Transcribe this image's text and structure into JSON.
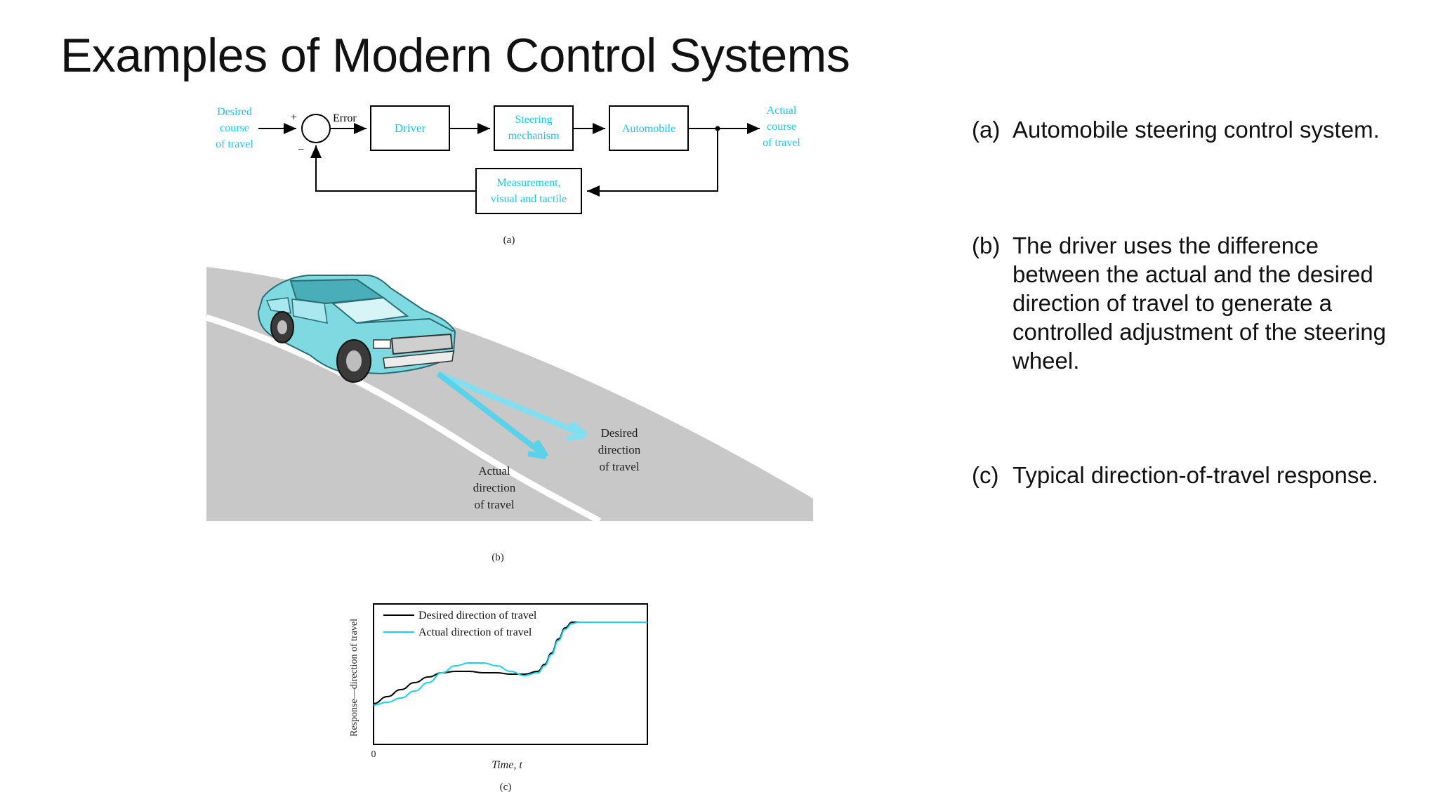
{
  "slide": {
    "title": "Examples of Modern Control Systems"
  },
  "figure_a": {
    "desired_input": [
      "Desired",
      "course",
      "of travel"
    ],
    "plus_sign": "+",
    "minus_sign": "−",
    "error_label": "Error",
    "driver_block": "Driver",
    "steering_block": [
      "Steering",
      "mechanism"
    ],
    "automobile_block": "Automobile",
    "actual_output": [
      "Actual",
      "course",
      "of travel"
    ],
    "measurement_block": [
      "Measurement,",
      "visual and tactile"
    ],
    "caption": "(a)",
    "accent_color": "#19c6e6"
  },
  "figure_b": {
    "desired_label": [
      "Desired",
      "direction",
      "of travel"
    ],
    "actual_label": [
      "Actual",
      "direction",
      "of travel"
    ],
    "caption": "(b)",
    "car_color": "#7fd9e0",
    "road_color": "#c8c8c8"
  },
  "figure_c": {
    "ylabel": "Response—direction of travel",
    "xlabel": "Time, t",
    "origin_label": "0",
    "caption": "(c)",
    "legend": [
      {
        "label": "Desired direction of travel",
        "color": "#000000"
      },
      {
        "label": "Actual direction of travel",
        "color": "#19d4e6"
      }
    ]
  },
  "chart_data": {
    "type": "line",
    "title": "",
    "xlabel": "Time, t",
    "ylabel": "Response—direction of travel",
    "xlim": [
      0,
      10
    ],
    "ylim": [
      0,
      10
    ],
    "grid": false,
    "legend_position": "top-left",
    "series": [
      {
        "name": "Desired direction of travel",
        "color": "#000000",
        "x": [
          0,
          0.5,
          1,
          1.5,
          2,
          2.5,
          3,
          3.5,
          4,
          4.5,
          5,
          5.5,
          6,
          6.25,
          6.5,
          6.75,
          7,
          7.25,
          7.5,
          7.75,
          8,
          8.5,
          9,
          9.5,
          10
        ],
        "y": [
          2.9,
          3.4,
          3.9,
          4.4,
          4.8,
          5.1,
          5.2,
          5.2,
          5.1,
          5.1,
          5.0,
          5.0,
          5.2,
          5.7,
          6.5,
          7.5,
          8.3,
          8.7,
          8.7,
          8.7,
          8.7,
          8.7,
          8.7,
          8.7,
          8.7
        ]
      },
      {
        "name": "Actual direction of travel",
        "color": "#19d4e6",
        "x": [
          0,
          0.5,
          1,
          1.5,
          2,
          2.5,
          3,
          3.5,
          4,
          4.5,
          5,
          5.5,
          6,
          6.25,
          6.5,
          6.75,
          7,
          7.25,
          7.5,
          7.75,
          8,
          8.5,
          9,
          9.5,
          10
        ],
        "y": [
          2.8,
          3.0,
          3.3,
          3.8,
          4.4,
          5.1,
          5.6,
          5.8,
          5.8,
          5.6,
          5.2,
          4.9,
          5.1,
          5.6,
          6.4,
          7.4,
          8.2,
          8.6,
          8.7,
          8.7,
          8.7,
          8.7,
          8.7,
          8.7,
          8.7
        ]
      }
    ]
  },
  "captions": [
    {
      "marker": "(a)",
      "text": "Automobile steering control system."
    },
    {
      "marker": "(b)",
      "text": "The driver uses the difference between the actual and the desired direction of travel to generate a controlled adjustment of the steering wheel."
    },
    {
      "marker": "(c)",
      "text": "Typical direction-of-travel response."
    }
  ]
}
